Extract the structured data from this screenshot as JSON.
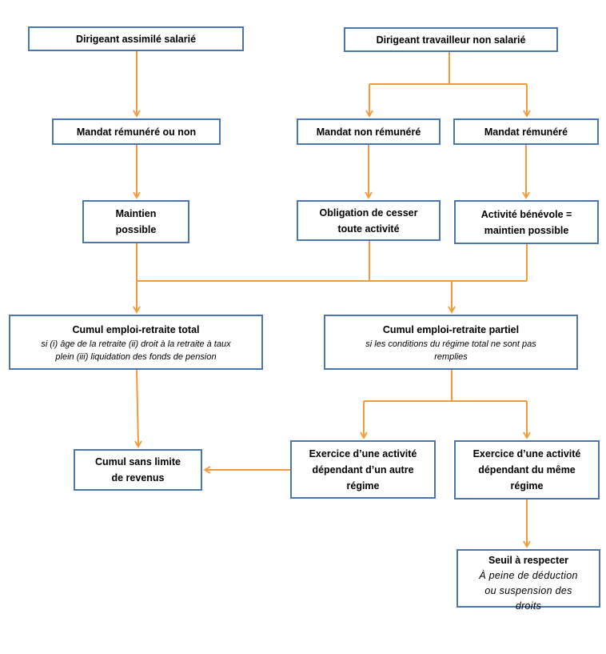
{
  "nodes": {
    "dirigeant_salarie": {
      "title": "Dirigeant assimilé salarié"
    },
    "dirigeant_tns": {
      "title": "Dirigeant travailleur non salarié"
    },
    "mandat_remunere_ou_non": {
      "title": "Mandat rémunéré ou non"
    },
    "mandat_non_remunere": {
      "title": "Mandat non rémunéré"
    },
    "mandat_remunere": {
      "title": "Mandat rémunéré"
    },
    "maintien_possible": {
      "line1": "Maintien",
      "line2": "possible"
    },
    "obligation_cesser": {
      "line1": "Obligation de cesser",
      "line2": "toute activité"
    },
    "activite_benevole": {
      "line1": "Activité bénévole =",
      "line2": "maintien possible"
    },
    "cumul_total": {
      "title": "Cumul emploi-retraite total",
      "sub1": "si (i) âge de la retraite (ii) droit à la retraite à taux",
      "sub2": "plein (iii) liquidation des fonds de pension"
    },
    "cumul_partiel": {
      "title": "Cumul emploi-retraite partiel",
      "sub1": "si les conditions du régime total ne sont pas",
      "sub2": "remplies"
    },
    "cumul_sans_limite": {
      "line1": "Cumul sans limite",
      "line2": "de revenus"
    },
    "autre_regime": {
      "line1": "Exercice d’une activité",
      "line2": "dépendant d’un autre",
      "line3": "régime"
    },
    "meme_regime": {
      "line1": "Exercice d’une activité",
      "line2": "dépendant du même",
      "line3": "régime"
    },
    "seuil": {
      "title": "Seuil à respecter",
      "sub1": "À peine de déduction",
      "sub2": "ou suspension des",
      "sub3": "droits"
    }
  },
  "colors": {
    "box_border": "#4a76b0",
    "connector": "#f59a3a"
  }
}
